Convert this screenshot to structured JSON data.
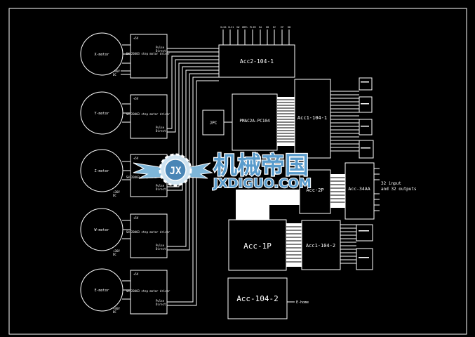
{
  "motors": [
    {
      "label": "X-motor",
      "driver": "SH-20403 step motor driver",
      "v_top": "+5V",
      "v_bot": "+36V",
      "gnd": "DC",
      "pulse": "Pulse",
      "direct": "Direct"
    },
    {
      "label": "Y-motor",
      "driver": "SH-20403 step motor driver",
      "v_top": "+5V",
      "v_bot": "",
      "gnd": "",
      "pulse": "Pulse",
      "direct": "Direct"
    },
    {
      "label": "Z-motor",
      "driver": "SH-20403 step motor driver",
      "v_top": "+5V",
      "v_bot": "+36V",
      "gnd": "DC",
      "pulse": "Pulse",
      "direct": "Direct"
    },
    {
      "label": "W-motor",
      "driver": "SH-20403 step motor driver",
      "v_top": "+5V",
      "v_bot": "+36V",
      "gnd": "DC",
      "pulse": "Pulse",
      "direct": "Direct"
    },
    {
      "label": "E-motor",
      "driver": "SH-20403 step motor driver",
      "v_top": "+5V",
      "v_bot": "+36V",
      "gnd": "DC",
      "pulse": "Pulse",
      "direct": "Direct"
    }
  ],
  "boards": {
    "acc2": "Acc2-104-1",
    "pmac": "PMAC2A-PC104",
    "jpc": "JPC",
    "acc1_top": "Acc1-104-1",
    "acc2p": "Acc-2P",
    "acc34": "Acc-34AA",
    "acc1p": "Acc-1P",
    "acc1_bot": "Acc1-104-2",
    "acc104": "Acc-104-2"
  },
  "top_labels": [
    "SLS0",
    "SLS1",
    "SW",
    "HMFL",
    "PLIM",
    "EA",
    "EB",
    "EC",
    "EP",
    "RB"
  ],
  "io_label_1": "32 input",
  "io_label_2": "and 32 outputs",
  "ehome": "E-home",
  "watermark": {
    "cn": "机械帝国",
    "en": "JXDIGUO.COM",
    "logo": "JX"
  }
}
